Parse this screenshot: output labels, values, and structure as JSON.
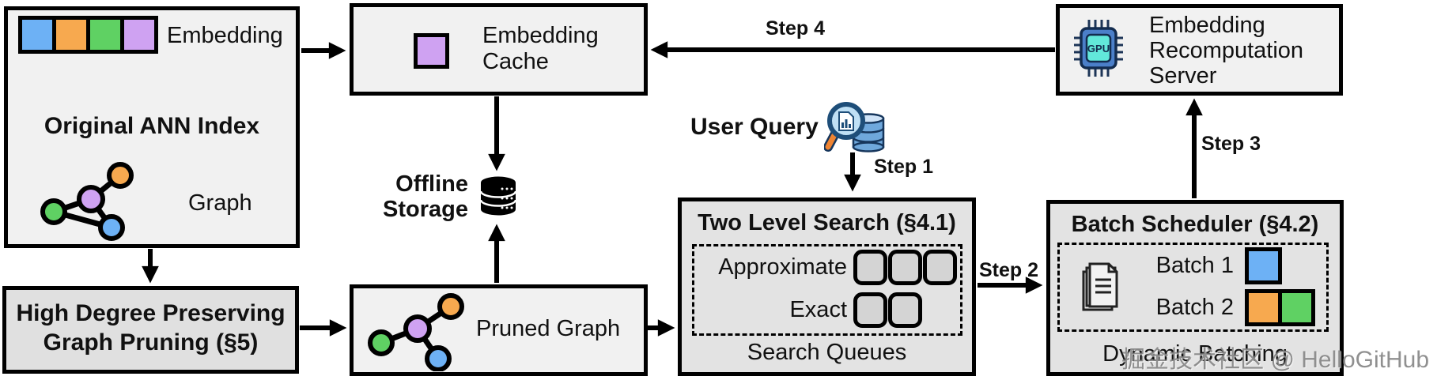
{
  "colors": {
    "blue": "#6db1f5",
    "orange": "#f7a94f",
    "green": "#5fd163",
    "purple": "#cfa2f2",
    "box_light": "#f1f1f1",
    "box_gray": "#e3e3e3",
    "slot_gray": "#d4d4d4",
    "black": "#000000",
    "gpu_chip_blue": "#4b7fc9",
    "gpu_core_cyan": "#62e8da",
    "icon_navy": "#16365c",
    "query_db_blue": "#6fa8dc",
    "lens_blue": "#bfe0f5",
    "handle_orange": "#ef8432"
  },
  "original_index": {
    "title": "Original ANN Index",
    "embedding_label": "Embedding",
    "graph_label": "Graph"
  },
  "embedding_cache": {
    "label": "Embedding Cache"
  },
  "offline_storage": {
    "label": "Offline Storage"
  },
  "user_query": {
    "label": "User Query"
  },
  "steps": {
    "step1": "Step 1",
    "step2": "Step 2",
    "step3": "Step 3",
    "step4": "Step 4"
  },
  "two_level_search": {
    "title": "Two Level Search (§4.1)",
    "approximate_label": "Approximate",
    "exact_label": "Exact",
    "footer": "Search Queues"
  },
  "batch_scheduler": {
    "title": "Batch Scheduler (§4.2)",
    "batch1_label": "Batch 1",
    "batch2_label": "Batch 2",
    "footer": "Dynamic Batching"
  },
  "recompute_server": {
    "label": "Embedding Recomputation Server"
  },
  "graph_pruning": {
    "lines": [
      "High Degree Preserving",
      "Graph Pruning (§5)"
    ]
  },
  "pruned_graph": {
    "label": "Pruned Graph"
  },
  "gpu_icon_label": "GPU",
  "watermark": "掘金技术社区 @ HelloGitHub"
}
